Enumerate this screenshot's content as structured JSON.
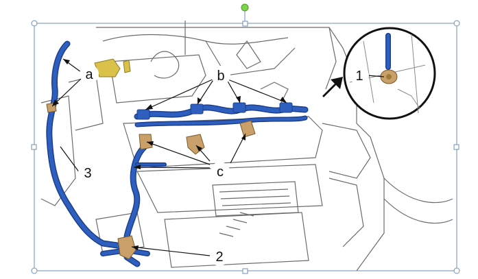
{
  "figure": {
    "callouts": {
      "a": "a",
      "b": "b",
      "c": "c",
      "one": "1",
      "two": "2",
      "three": "3"
    },
    "colors": {
      "hose": "#2e5fbf",
      "hose_dark": "#1b3f8c",
      "bracket": "#c9a06a",
      "selection": "#6f8fb5",
      "rotate_handle": "#7bd24b",
      "engine_line": "#6b6b6b"
    }
  }
}
